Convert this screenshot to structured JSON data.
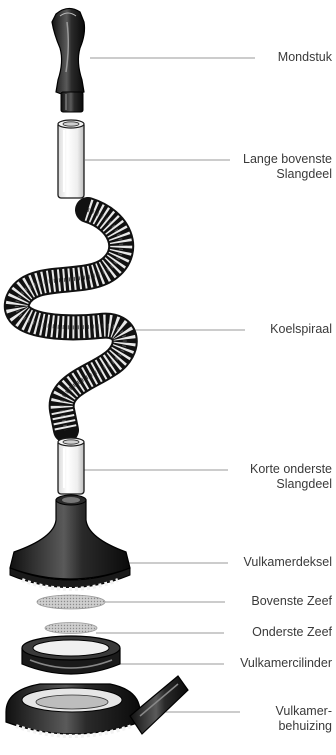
{
  "labels": [
    {
      "lines": [
        "Mondstuk"
      ]
    },
    {
      "lines": [
        "Lange bovenste",
        "Slangdeel"
      ]
    },
    {
      "lines": [
        "Koelspiraal"
      ]
    },
    {
      "lines": [
        "Korte onderste",
        "Slangdeel"
      ]
    },
    {
      "lines": [
        "Vulkamerdeksel"
      ]
    },
    {
      "lines": [
        "Bovenste Zeef"
      ]
    },
    {
      "lines": [
        "Onderste Zeef"
      ]
    },
    {
      "lines": [
        "Vulkamercilinder"
      ]
    },
    {
      "lines": [
        "Vulkamer-",
        "behuizing"
      ]
    }
  ]
}
